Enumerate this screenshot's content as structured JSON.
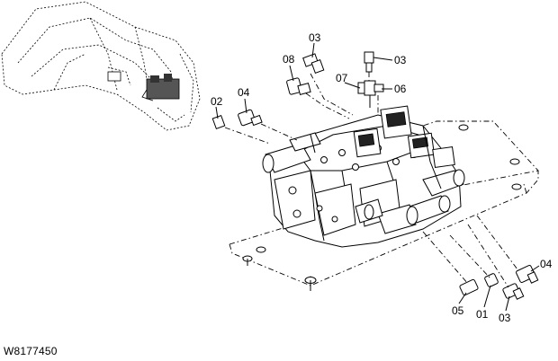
{
  "figure_code": "W8177450",
  "callouts": [
    {
      "id": "c03a",
      "label": "03"
    },
    {
      "id": "c08",
      "label": "08"
    },
    {
      "id": "c03b",
      "label": "03"
    },
    {
      "id": "c07",
      "label": "07"
    },
    {
      "id": "c06",
      "label": "06"
    },
    {
      "id": "c02",
      "label": "02"
    },
    {
      "id": "c04a",
      "label": "04"
    },
    {
      "id": "c04b",
      "label": "04"
    },
    {
      "id": "c05",
      "label": "05"
    },
    {
      "id": "c01",
      "label": "01"
    },
    {
      "id": "c03c",
      "label": "03"
    }
  ]
}
